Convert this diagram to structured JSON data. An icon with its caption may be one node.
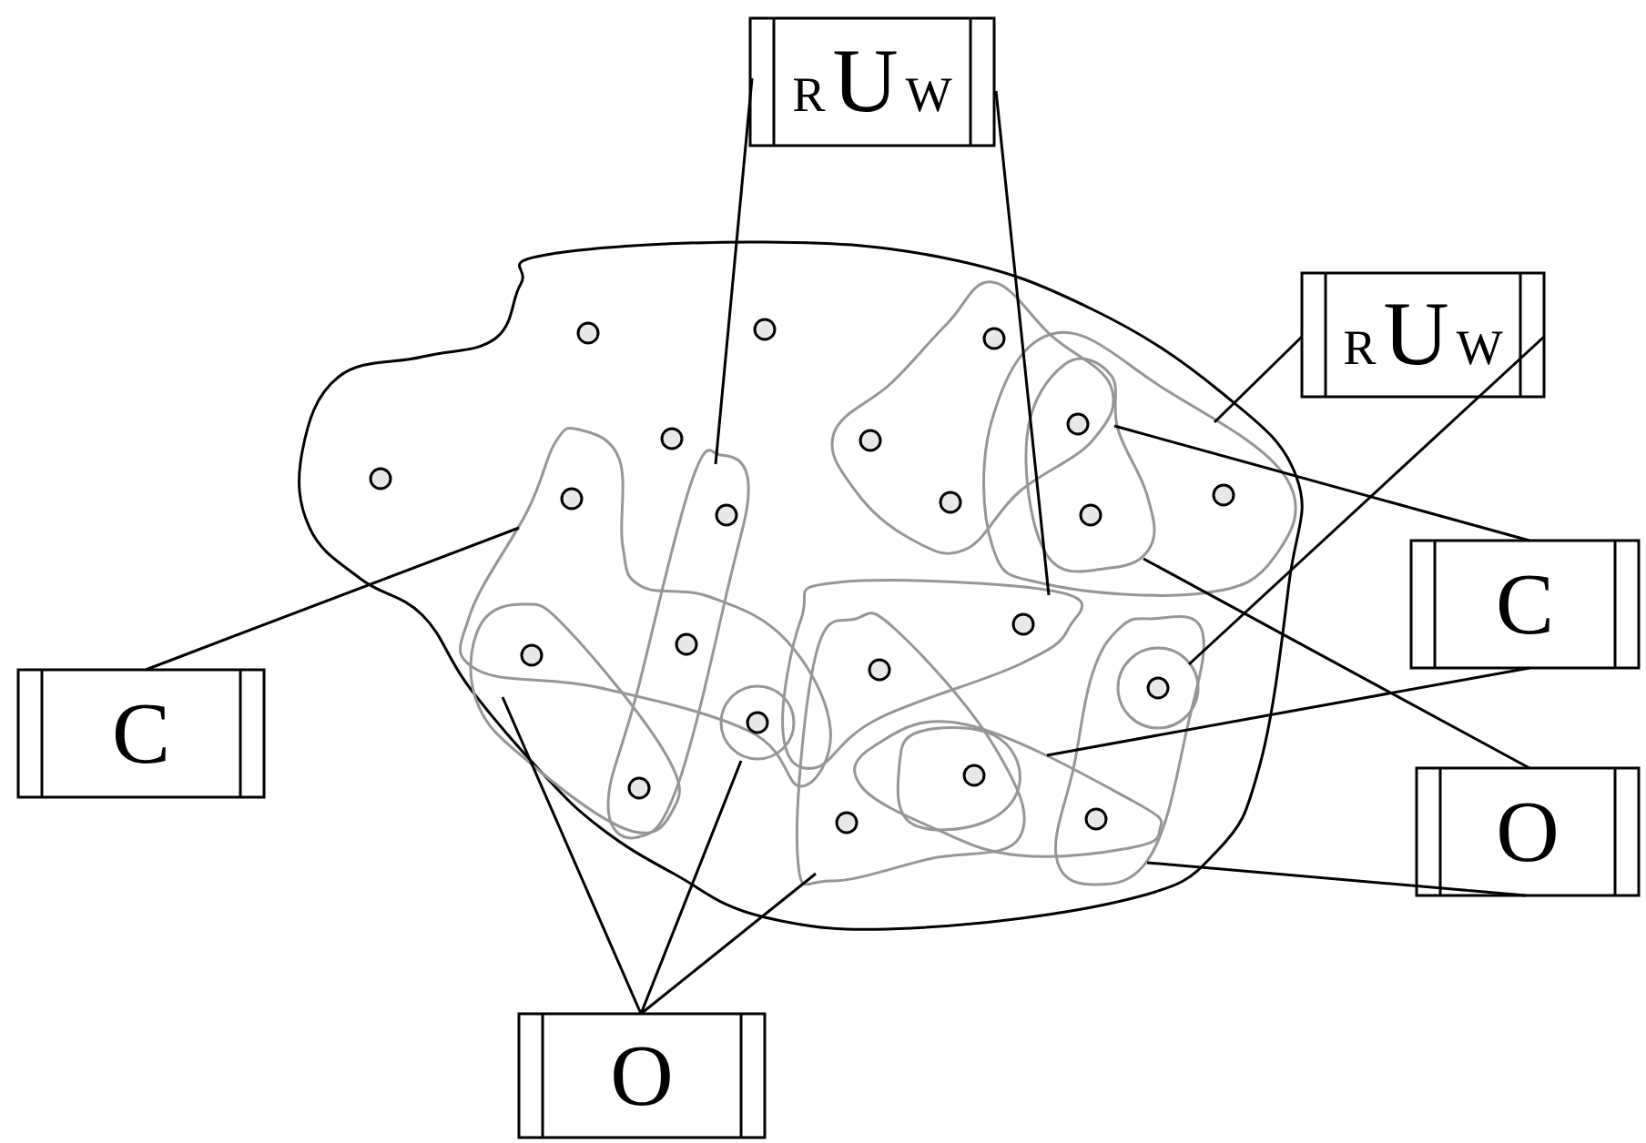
{
  "diagram": {
    "nodes": [
      {
        "text": [
          "R",
          "U",
          "W"
        ]
      },
      {
        "text": [
          "R",
          "U",
          "W"
        ]
      },
      {
        "text": [
          "C"
        ]
      },
      {
        "text": [
          "C"
        ]
      },
      {
        "text": [
          "O"
        ]
      },
      {
        "text": [
          "O"
        ]
      },
      {
        "text": [],
        "shape": "blob"
      },
      {
        "text": [],
        "shape": "blob",
        "in": 6
      },
      {
        "text": [],
        "shape": "blob",
        "in": 6
      },
      {
        "text": [],
        "shape": "blob",
        "in": 6
      },
      {
        "text": [],
        "shape": "circle",
        "in": 7
      },
      {
        "text": [],
        "shape": "blob",
        "in": 6
      },
      {
        "text": [],
        "shape": "blob",
        "in": 6
      },
      {
        "text": [],
        "shape": "blob",
        "in": 6
      },
      {
        "text": [],
        "shape": "blob"
      },
      {
        "text": [],
        "shape": "blob",
        "in": 6
      },
      {
        "text": [],
        "shape": "blob",
        "in": 19
      },
      {
        "text": [],
        "shape": "blob",
        "in": 6
      },
      {
        "text": [],
        "shape": "circle",
        "in": 17
      },
      {
        "text": [],
        "shape": "blob",
        "in": 6
      }
    ],
    "edges": [
      {
        "from": 0,
        "to": 9,
        "arrow": "none"
      },
      {
        "from": 0,
        "to": 13,
        "arrow": "none"
      },
      {
        "from": 1,
        "to": 19,
        "arrow": "none"
      },
      {
        "from": 1,
        "to": 18,
        "arrow": "none"
      },
      {
        "from": 2,
        "to": 7,
        "arrow": "none"
      },
      {
        "from": 3,
        "to": 16,
        "arrow": "none"
      },
      {
        "from": 3,
        "to": 15,
        "arrow": "none"
      },
      {
        "from": 4,
        "to": 16,
        "arrow": "none"
      },
      {
        "from": 4,
        "to": 17,
        "arrow": "none"
      },
      {
        "from": 5,
        "to": 8,
        "arrow": "none"
      },
      {
        "from": 5,
        "to": 10,
        "arrow": "none"
      },
      {
        "from": 5,
        "to": 11,
        "arrow": "none"
      }
    ]
  }
}
